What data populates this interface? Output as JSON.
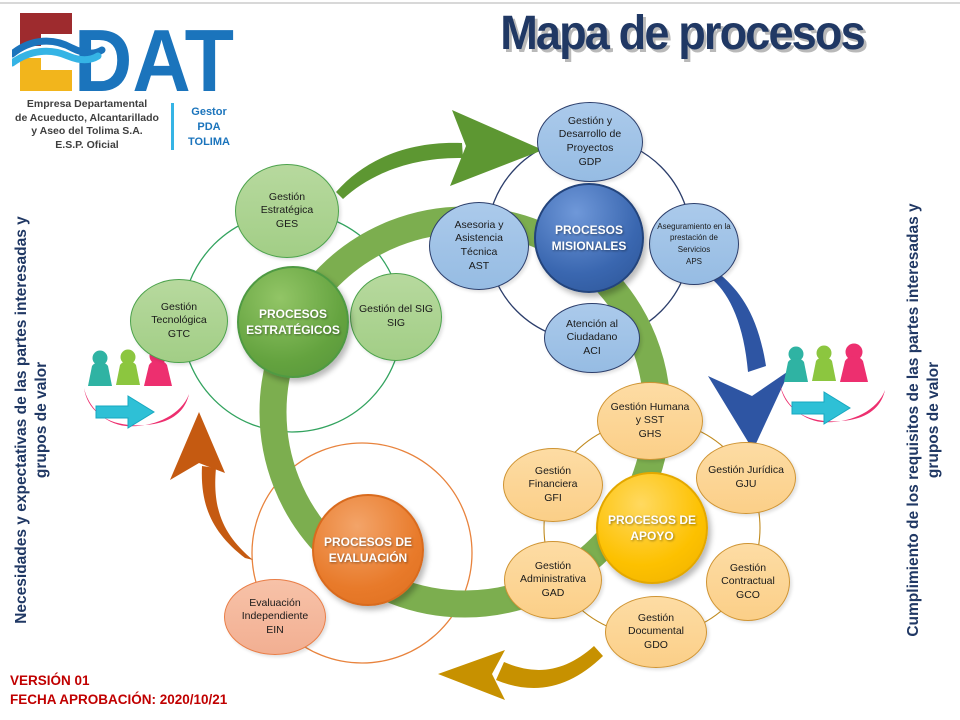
{
  "header": {
    "title": "Mapa de procesos",
    "logo": {
      "brand": "DAT",
      "caption": "Empresa Departamental\nde Acueducto, Alcantarillado\ny Aseo del Tolima S.A.\nE.S.P. Oficial",
      "gestor": "Gestor\nPDA\nTOLIMA"
    }
  },
  "sides": {
    "left": "Necesidades y expectativas de las partes interesadas y\ngrupos de valor",
    "right": "Cumplimiento de los requisitos de las partes interesadas y\ngrupos de valor"
  },
  "footer": {
    "version": "VERSIÓN 01",
    "approval": "FECHA APROBACIÓN:  2020/10/21"
  },
  "diagram": {
    "estrategicos": {
      "center": "PROCESOS\nESTRATÉGICOS",
      "ges": "Gestión\nEstratégica\nGES",
      "gtc": "Gestión\nTecnológica\nGTC",
      "sig": "Gestión del SIG\nSIG"
    },
    "misionales": {
      "center": "PROCESOS\nMISIONALES",
      "gdp": "Gestión y\nDesarrollo de\nProyectos\nGDP",
      "ast": "Asesoria y\nAsistencia\nTécnica\nAST",
      "aps": "Aseguramiento en la\nprestación de\nServicios\nAPS",
      "aci": "Atención al\nCiudadano\nACI"
    },
    "apoyo": {
      "center": "PROCESOS DE\nAPOYO",
      "ghs": "Gestión Humana\ny SST\nGHS",
      "gfi": "Gestión\nFinanciera\nGFI",
      "gju": "Gestión Jurídica\nGJU",
      "gad": "Gestión\nAdministrativa\nGAD",
      "gco": "Gestión\nContractual\nGCO",
      "gdo": "Gestión\nDocumental\nGDO"
    },
    "evaluacion": {
      "center": "PROCESOS DE\nEVALUACIÓN",
      "ein": "Evaluación\nIndependiente\nEIN"
    }
  },
  "colors": {
    "title_navy": "#203864",
    "ring_green": "#7cae4f",
    "arrow_green": "#5d9732",
    "arrow_blue": "#2e55a3",
    "arrow_orange": "#c55a11",
    "arrow_gold": "#c79100",
    "cyan_arrow": "#2ec0d6",
    "swoosh_pink": "#ed2f6f",
    "person_teal": "#2fb3a3",
    "person_green": "#8cc63f",
    "person_pink": "#ed2f6f",
    "footer_red": "#c00000"
  },
  "icons": {
    "stakeholders": "people-group-icon",
    "flow": "curved-arrow-icon",
    "wave": "water-wave-icon"
  }
}
